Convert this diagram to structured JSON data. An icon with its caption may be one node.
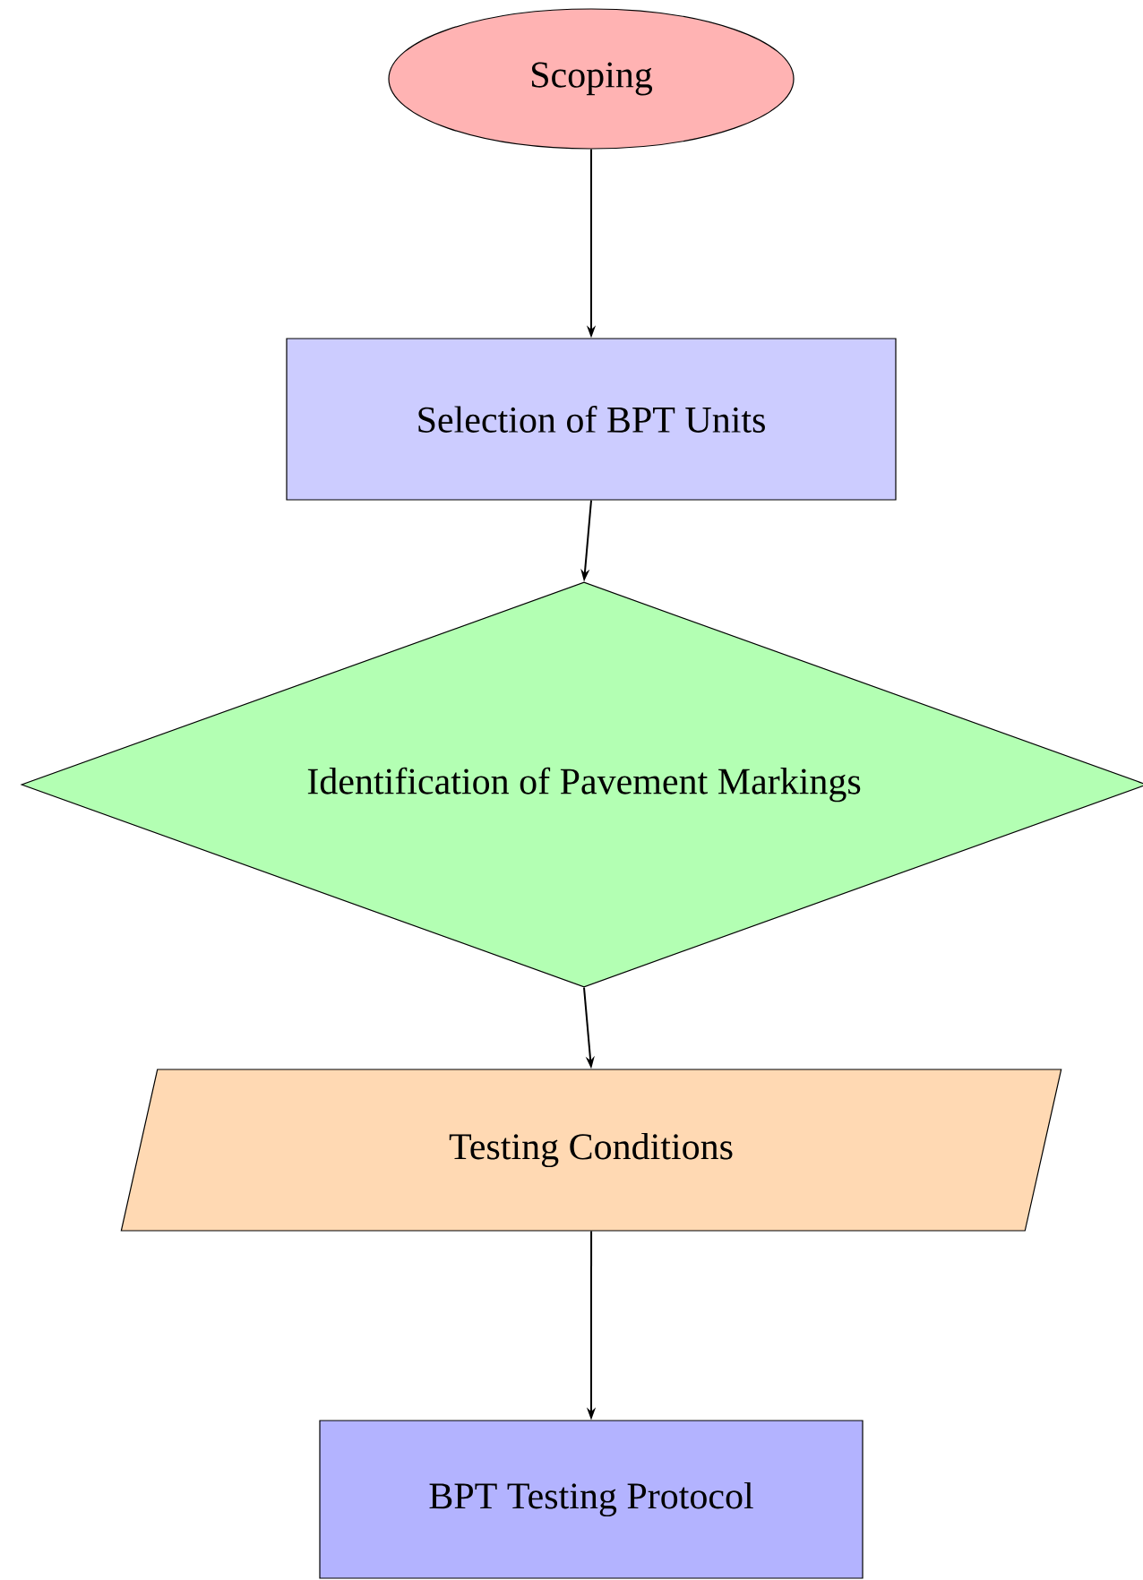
{
  "diagram": {
    "nodes": [
      {
        "text": [
          "Scoping"
        ]
      },
      {
        "text": [
          "Selection of BPT Units"
        ]
      },
      {
        "text": [
          "Identification of Pavement Markings"
        ]
      },
      {
        "text": [
          "Testing Conditions"
        ]
      },
      {
        "text": [
          "BPT Testing Protocol"
        ]
      }
    ],
    "edges": [
      {
        "from": 0,
        "to": 1,
        "arrow": "to"
      },
      {
        "from": 1,
        "to": 2,
        "arrow": "to"
      },
      {
        "from": 2,
        "to": 3,
        "arrow": "to"
      },
      {
        "from": 3,
        "to": 4,
        "arrow": "to"
      }
    ]
  }
}
